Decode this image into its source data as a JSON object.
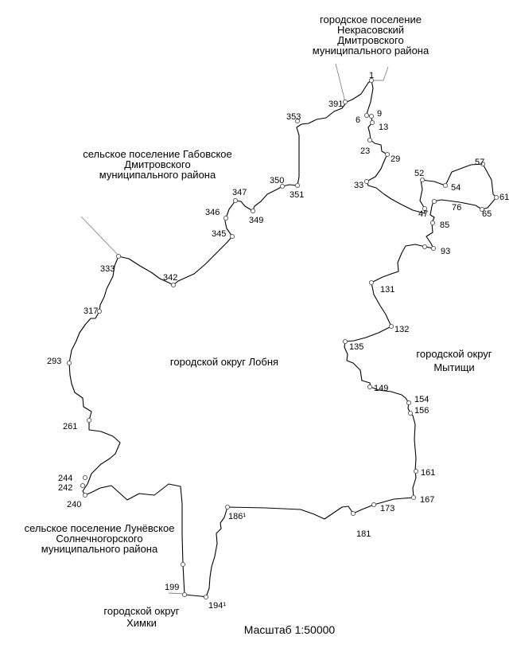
{
  "regions": {
    "center": [
      "городской округ Лобня"
    ],
    "north": [
      "городское поселение",
      "Некрасовский",
      "Дмитровского",
      "муниципального района"
    ],
    "northwest": [
      "сельское поселение Габовское",
      "Дмитровского",
      "муниципального района"
    ],
    "east": [
      "городской округ",
      "Мытищи"
    ],
    "southwest": [
      "сельское поселение Лунёвское",
      "Солнечногорского",
      "муниципального района"
    ],
    "south": [
      "городской округ",
      "Химки"
    ]
  },
  "scale": "Масштаб 1:50000",
  "points": [
    "1",
    "391",
    "353",
    "9",
    "6",
    "13",
    "23",
    "29",
    "33",
    "52",
    "57",
    "54",
    "61",
    "47",
    "76",
    "65",
    "85",
    "93",
    "350",
    "351",
    "347",
    "346",
    "349",
    "345",
    "333",
    "342",
    "131",
    "317",
    "132",
    "135",
    "293",
    "149",
    "154",
    "156",
    "261",
    "161",
    "244",
    "242",
    "240",
    "167",
    "173",
    "181",
    "186¹",
    "199",
    "194¹"
  ],
  "colors": {
    "boundary": "#000000",
    "neighbor_line": "#888888",
    "marker": "#555555"
  }
}
